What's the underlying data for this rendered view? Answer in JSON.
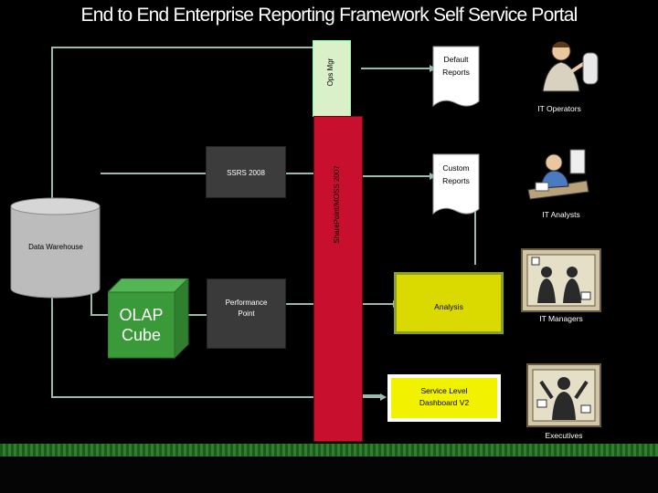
{
  "title": "End to End Enterprise Reporting Framework Self Service Portal",
  "nodes": {
    "ops_mgr": "Ops Mgr",
    "sharepoint": "SharePoint/MOSS 2007",
    "ssrs": "SSRS 2008",
    "data_warehouse": "Data Warehouse",
    "olap_line1": "OLAP",
    "olap_line2": "Cube",
    "performance_line1": "Performance",
    "performance_line2": "Point",
    "default_line1": "Default",
    "default_line2": "Reports",
    "custom_line1": "Custom",
    "custom_line2": "Reports",
    "analysis": "Analysis",
    "dashboard_line1": "Service Level",
    "dashboard_line2": "Dashboard V2"
  },
  "roles": {
    "it_operators": "IT Operators",
    "it_analysts": "IT Analysts",
    "it_managers": "IT Managers",
    "executives": "Executives"
  },
  "icons": [
    "operator-person-icon",
    "analyst-person-icon",
    "managers-group-icon",
    "executive-person-icon"
  ],
  "colors": {
    "background": "#000000",
    "sharepoint_red": "#c8102e",
    "ops_mgr_green": "#d9f0c8",
    "analysis_yellow": "#dada00",
    "dashboard_yellow": "#f2f200",
    "connector_gray": "#9ab9b0",
    "ssrs_dark": "#3c3c3c",
    "performance_dark": "#3a3a3a",
    "cube_green": "#3a9a3a",
    "cylinder_gray": "#c0c0c0",
    "footer_green": "#2f7f2f"
  }
}
